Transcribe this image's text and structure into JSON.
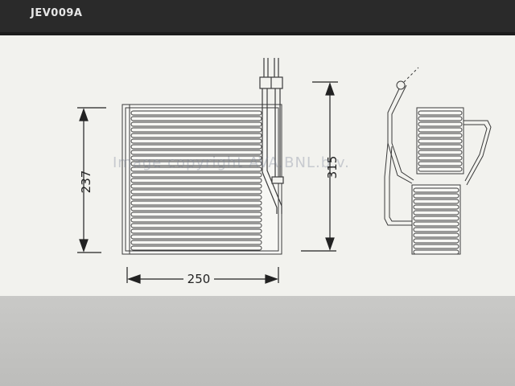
{
  "window": {
    "title": "JEV009A"
  },
  "drawing": {
    "dimensions": {
      "height_left": "237",
      "height_right": "315",
      "width_bottom": "250"
    },
    "watermark": "Image copyright AVA.BNL.b.v.",
    "colors": {
      "line": "#3a3a3a",
      "paper": "#f2f2ee",
      "title_bar": "#2a2a2a"
    }
  }
}
